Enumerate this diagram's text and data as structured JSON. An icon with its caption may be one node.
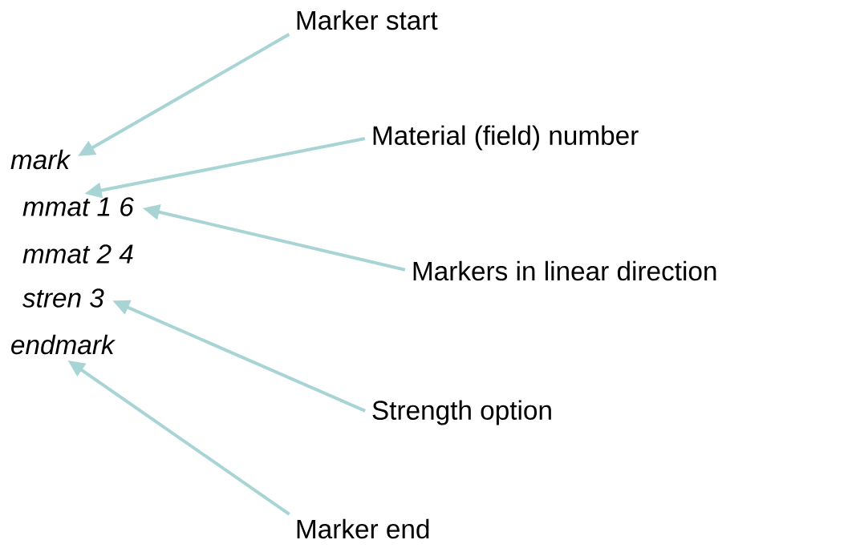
{
  "diagram": {
    "nodes": [
      {
        "text": [
          "Marker start"
        ]
      },
      {
        "text": [
          "Material (field) number"
        ]
      },
      {
        "text": [
          "mark"
        ]
      },
      {
        "text": [
          "mmat 1 6"
        ]
      },
      {
        "text": [
          "mmat 2 4"
        ]
      },
      {
        "text": [
          "Markers in linear direction"
        ]
      },
      {
        "text": [
          "stren 3"
        ]
      },
      {
        "text": [
          "endmark"
        ]
      },
      {
        "text": [
          "Strength option"
        ]
      },
      {
        "text": [
          "Marker end"
        ]
      }
    ],
    "edges": [
      {
        "from": 0,
        "to": 2,
        "arrow": "to"
      },
      {
        "from": 1,
        "to": 3,
        "arrow": "to"
      },
      {
        "from": 5,
        "to": 3,
        "arrow": "to"
      },
      {
        "from": 8,
        "to": 6,
        "arrow": "to"
      },
      {
        "from": 9,
        "to": 7,
        "arrow": "to"
      }
    ]
  }
}
